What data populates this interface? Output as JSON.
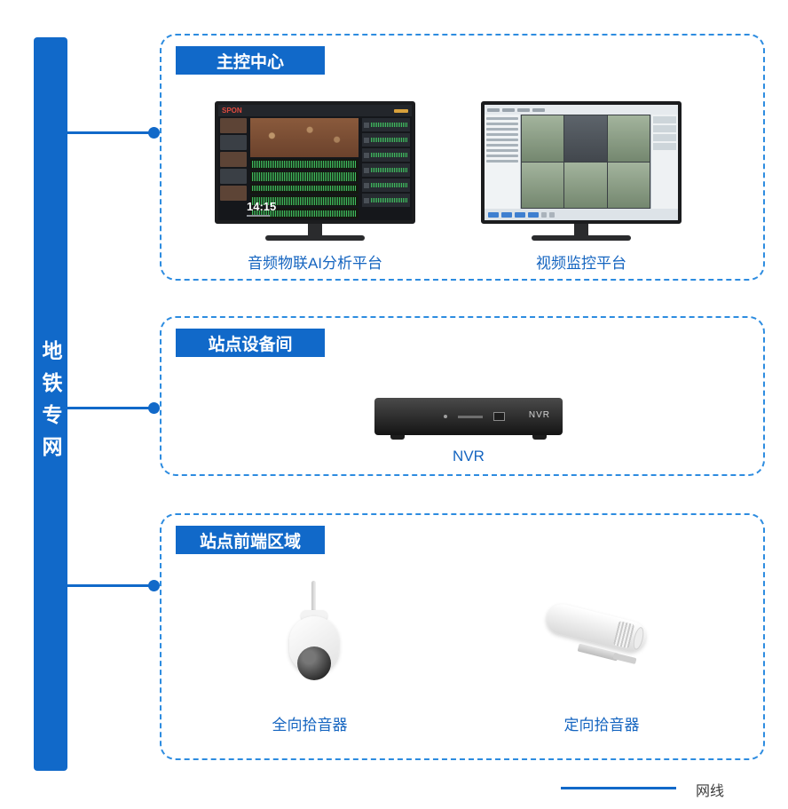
{
  "colors": {
    "primary": "#1169c9",
    "dashed_border": "#2d8ce0",
    "label_text": "#1565c0"
  },
  "network_bar": {
    "label": "地铁专网"
  },
  "sections": [
    {
      "title": "主控中心",
      "items": [
        {
          "label": "音频物联AI分析平台"
        },
        {
          "label": "视频监控平台"
        }
      ]
    },
    {
      "title": "站点设备间",
      "items": [
        {
          "label": "NVR"
        }
      ]
    },
    {
      "title": "站点前端区域",
      "items": [
        {
          "label": "全向拾音器"
        },
        {
          "label": "定向拾音器"
        }
      ]
    }
  ],
  "audio_platform_screen": {
    "brand": "SPON",
    "clock": "14:15"
  },
  "nvr_device": {
    "badge": "NVR"
  },
  "legend": {
    "label": "网线"
  }
}
